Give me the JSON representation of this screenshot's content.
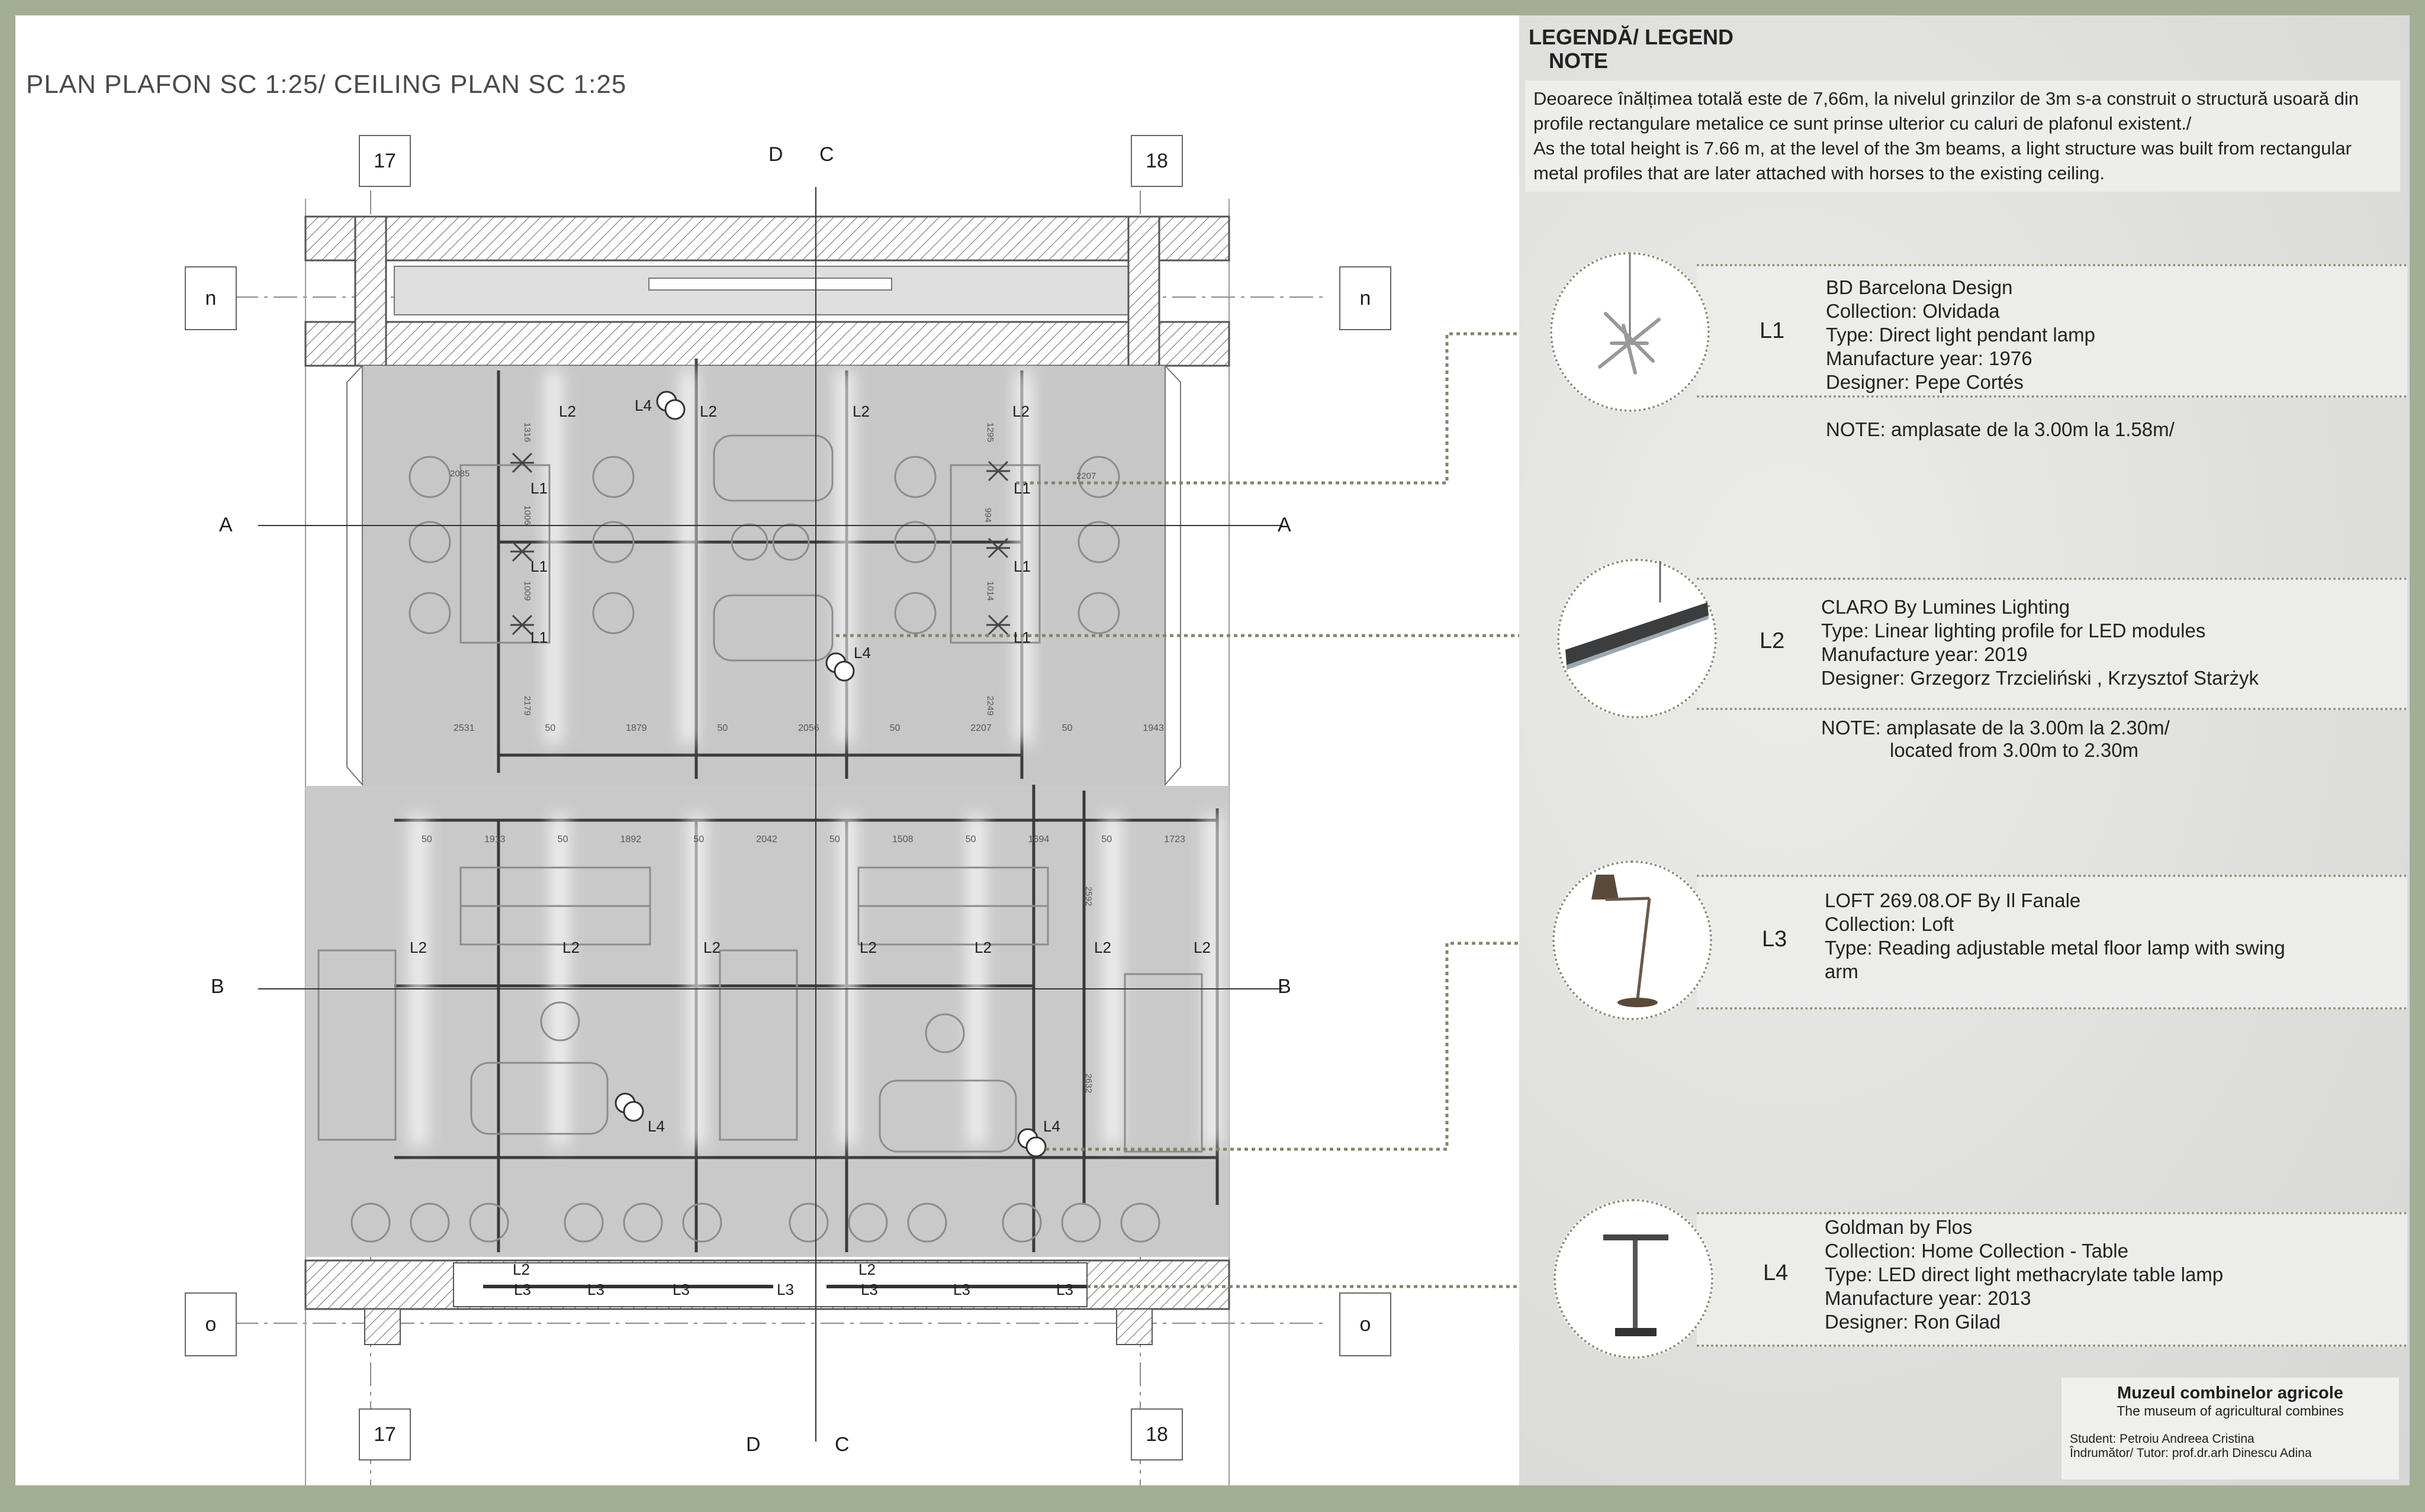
{
  "plan_title": "PLAN PLAFON SC 1:25/ CEILING PLAN  SC 1:25",
  "grid": {
    "col_left": "17",
    "col_right": "18",
    "row_top": "n",
    "row_bottom": "o",
    "section_a": "A",
    "section_b": "B",
    "section_c": "C",
    "section_d": "D"
  },
  "plan_labels": {
    "L1": "L1",
    "L2": "L2",
    "L3": "L3",
    "L4": "L4"
  },
  "dimensions": {
    "row1": [
      "2531",
      "50",
      "1879",
      "50",
      "2056",
      "50",
      "2207",
      "50",
      "1943"
    ],
    "row2": [
      "50",
      "1913",
      "50",
      "1892",
      "50",
      "2042",
      "50",
      "1508",
      "50",
      "1694",
      "50",
      "1723"
    ],
    "vertical": [
      "1316",
      "2085",
      "1006",
      "1009",
      "2179",
      "1295",
      "2207",
      "994",
      "1014",
      "2249",
      "2592",
      "2632"
    ]
  },
  "legend": {
    "title": "LEGENDĂ/ LEGEND",
    "note_title": "NOTE",
    "note_ro": "Deoarece înălțimea totală este de 7,66m, la nivelul grinzilor de 3m s-a construit o structură usoară din profile rectangulare metalice  ce sunt prinse ulterior cu caluri de plafonul existent./",
    "note_en": "As the total height is 7.66 m, at the level of the 3m beams, a light structure was built from rectangular metal profiles that are later attached with horses to the existing ceiling."
  },
  "lamps": [
    {
      "code": "L1",
      "icon": "pendant-lamp-icon",
      "lines": [
        "BD Barcelona Design",
        "Collection: Olvidada",
        "Type: Direct light pendant lamp",
        "Manufacture year: 1976",
        "Designer:  Pepe Cortés"
      ],
      "note": "NOTE: amplasate de la 3.00m la 1.58m/"
    },
    {
      "code": "L2",
      "icon": "linear-profile-lamp-icon",
      "lines": [
        "CLARO By Lumines Lighting",
        "Type: Linear lighting profile for LED modules",
        "Manufacture year: 2019",
        "Designer: Grzegorz Trzcieliński , Krzysztof Starżyk"
      ],
      "note": "NOTE: amplasate de la 3.00m la 2.30m/",
      "note2": "located from 3.00m to 2.30m"
    },
    {
      "code": "L3",
      "icon": "floor-lamp-icon",
      "lines": [
        "LOFT 269.08.OF By Il Fanale",
        "Collection: Loft",
        "Type: Reading adjustable metal floor lamp with swing",
        "arm"
      ]
    },
    {
      "code": "L4",
      "icon": "table-lamp-icon",
      "lines": [
        "Goldman by Flos",
        "Collection: Home Collection - Table",
        "Type: LED direct light methacrylate table lamp",
        "Manufacture year: 2013",
        "Designer: Ron Gilad"
      ]
    }
  ],
  "footer": {
    "museum_ro": "Muzeul combinelor agricole",
    "museum_en": "The museum of agricultural combines",
    "student": "Student: Petroiu Andreea Cristina",
    "tutor": "Îndrumător/ Tutor: prof.dr.arh Dinescu Adina"
  },
  "colors": {
    "frame": "#a4ae94",
    "panel": "#e2e2e0",
    "ceiling_fill": "#c6c6c6",
    "dotted_leader": "#7d8868"
  }
}
